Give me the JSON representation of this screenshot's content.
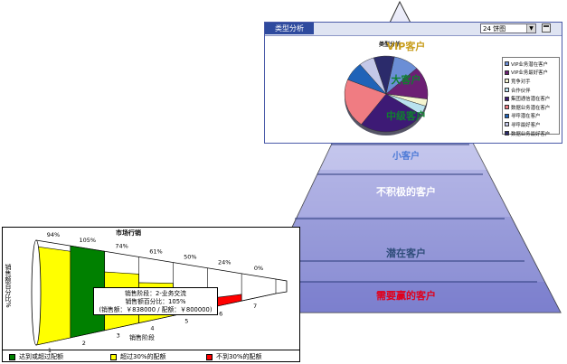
{
  "pyramid": {
    "tiers": [
      {
        "label": "VIP客户",
        "color": "#c89d1c",
        "level": 0
      },
      {
        "label": "大客户",
        "color": "#0f7f2f",
        "level": 1
      },
      {
        "label": "中级客户",
        "color": "#0f7f2f",
        "level": 2
      },
      {
        "label": "小客户",
        "color": "#4b79d6",
        "level": 3
      },
      {
        "label": "不积极的客户",
        "color": "#ffffff",
        "level": 4
      },
      {
        "label": "潜在客户",
        "color": "#2f4d7a",
        "level": 5
      },
      {
        "label": "需要赢的客户",
        "color": "#e0001b",
        "level": 6
      }
    ]
  },
  "type_analysis": {
    "tab_label": "类型分析",
    "select_value": "24 饼图",
    "pie_title": "类型分析",
    "legend": [
      {
        "label": "VIP业务潜在客户",
        "color": "#6b8ed6"
      },
      {
        "label": "VIP业务最好客户",
        "color": "#6c1f74"
      },
      {
        "label": "竞争对手",
        "color": "#f5f5d0"
      },
      {
        "label": "合作伙伴",
        "color": "#b9e2ef"
      },
      {
        "label": "集团通信潜在客户",
        "color": "#3d1a75"
      },
      {
        "label": "数据业务潜在客户",
        "color": "#f07c82"
      },
      {
        "label": "寻呼潜在客户",
        "color": "#1f63b8"
      },
      {
        "label": "寻呼最好客户",
        "color": "#c4c8e8"
      },
      {
        "label": "数据业务最好客户",
        "color": "#2b2b6b"
      }
    ]
  },
  "market": {
    "title": "市场行销",
    "y_label": "销售额百分比%",
    "x_label": "销售阶段",
    "tooltip": {
      "line1": "销售阶段：2-业务交流",
      "line2": "销售额百分比：105%",
      "line3": "(销售额：￥838000 / 配额：￥800000)"
    },
    "legend": [
      {
        "label": "达到或超过配额",
        "color": "#008000"
      },
      {
        "label": "超过30%的配额",
        "color": "#ffff00"
      },
      {
        "label": "不到30%的配额",
        "color": "#ff0000"
      }
    ],
    "chart_data": {
      "type": "bar",
      "categories": [
        "1",
        "2",
        "3",
        "4",
        "5",
        "6",
        "7"
      ],
      "values": [
        94,
        105,
        74,
        61,
        50,
        24,
        0
      ],
      "value_labels": [
        "94%",
        "105%",
        "74%",
        "61%",
        "50%",
        "24%",
        "0%"
      ],
      "xlabel": "销售阶段",
      "ylabel": "销售额百分比%",
      "title": "市场行销",
      "colors": [
        "#ffff00",
        "#008000",
        "#ffff00",
        "#ffff00",
        "#ffff00",
        "#ff0000",
        "#ffffff"
      ]
    }
  },
  "colors": {
    "pyramid_top": "#e3e6f6",
    "pyramid_bottom": "#7a7dcc",
    "panel_border": "#4a5aa8",
    "tab_bg": "#2e4a9e"
  }
}
